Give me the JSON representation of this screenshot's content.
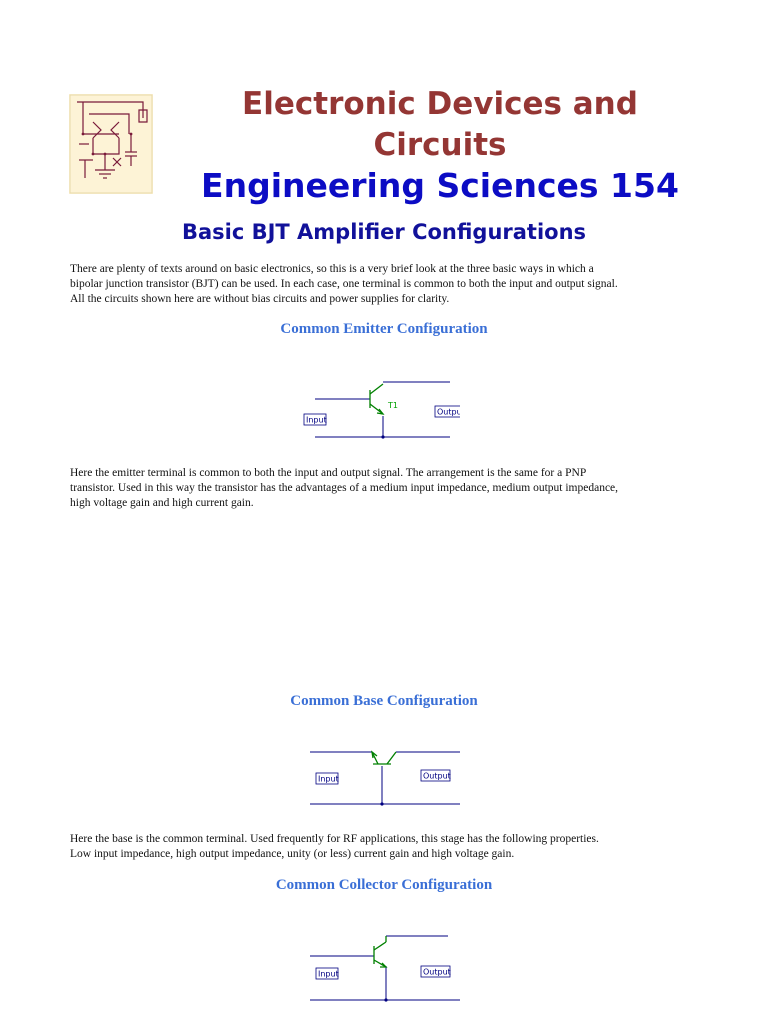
{
  "header": {
    "title_line1": "Electronic Devices and",
    "title_line2": "Circuits",
    "course": "Engineering Sciences 154",
    "subtitle": "Basic BJT Amplifier Configurations"
  },
  "intro": {
    "line1": "There are plenty of texts around on basic electronics, so this is a very brief look at the three basic ways in which a",
    "line2": "bipolar junction transistor (BJT) can be used. In each case, one terminal is common to both the input and output signal.",
    "line3": "All the circuits shown here are without bias circuits and power supplies for clarity."
  },
  "sections": {
    "common_emitter": {
      "heading": "Common Emitter Configuration",
      "transistor_label": "T1",
      "input_label": "Input",
      "output_label": "Output",
      "desc_line1": "Here the emitter terminal is common to both the input and output signal. The arrangement is the same for a PNP",
      "desc_line2": "transistor. Used in this way the transistor has the advantages of a medium input impedance, medium output impedance,",
      "desc_line3": "high voltage gain and high current gain."
    },
    "common_base": {
      "heading": "Common Base Configuration",
      "input_label": "Input",
      "output_label": "Output",
      "desc_line1": "Here the base is the common terminal. Used frequently for RF applications, this stage has the following properties.",
      "desc_line2": "Low input impedance, high output impedance, unity (or less) current gain and high voltage gain."
    },
    "common_collector": {
      "heading": "Common Collector Configuration",
      "input_label": "Input",
      "output_label": "Output"
    }
  },
  "colors": {
    "title": "#943634",
    "course": "#0c0cc4",
    "subtitle": "#11119a",
    "section_heading": "#3a6fd6",
    "wire": "#000080",
    "transistor": "#008000"
  }
}
